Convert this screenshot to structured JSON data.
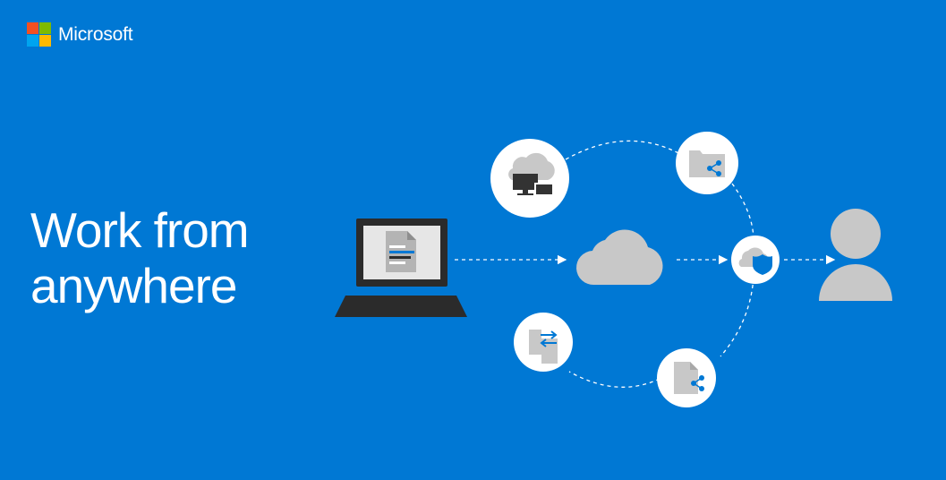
{
  "brand": {
    "name": "Microsoft",
    "logo_colors": [
      "#f25022",
      "#7fba00",
      "#00a4ef",
      "#ffb900"
    ]
  },
  "headline": {
    "line1": "Work from",
    "line2": "anywhere"
  },
  "colors": {
    "background": "#0078d4",
    "icon_gray": "#c8c8c8",
    "icon_dark": "#333333",
    "accent_blue": "#0078d4",
    "connector": "#ffffff"
  },
  "diagram": {
    "nodes": [
      {
        "name": "laptop-icon"
      },
      {
        "name": "cloud-icon"
      },
      {
        "name": "cloud-devices-icon"
      },
      {
        "name": "shared-folder-icon"
      },
      {
        "name": "protected-cloud-icon"
      },
      {
        "name": "file-transfer-icon"
      },
      {
        "name": "shared-document-icon"
      },
      {
        "name": "user-icon"
      }
    ]
  }
}
